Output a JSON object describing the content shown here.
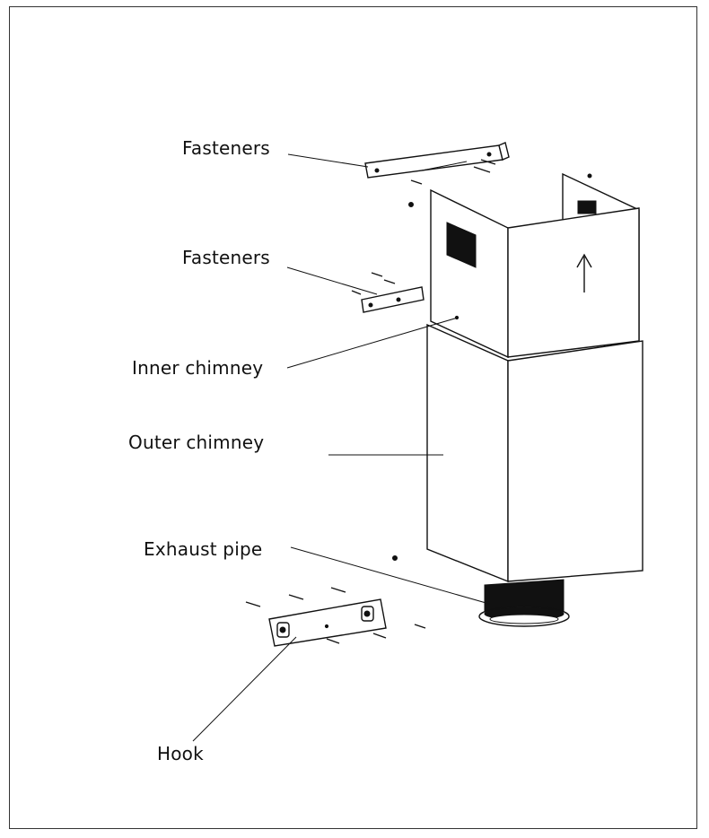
{
  "labels": {
    "fasteners_top": "Fasteners",
    "fasteners_mid": "Fasteners",
    "inner_chimney": "Inner chimney",
    "outer_chimney": "Outer chimney",
    "exhaust_pipe": "Exhaust pipe",
    "hook": "Hook"
  },
  "icons": {
    "direction_arrow": "up-arrow-icon"
  }
}
